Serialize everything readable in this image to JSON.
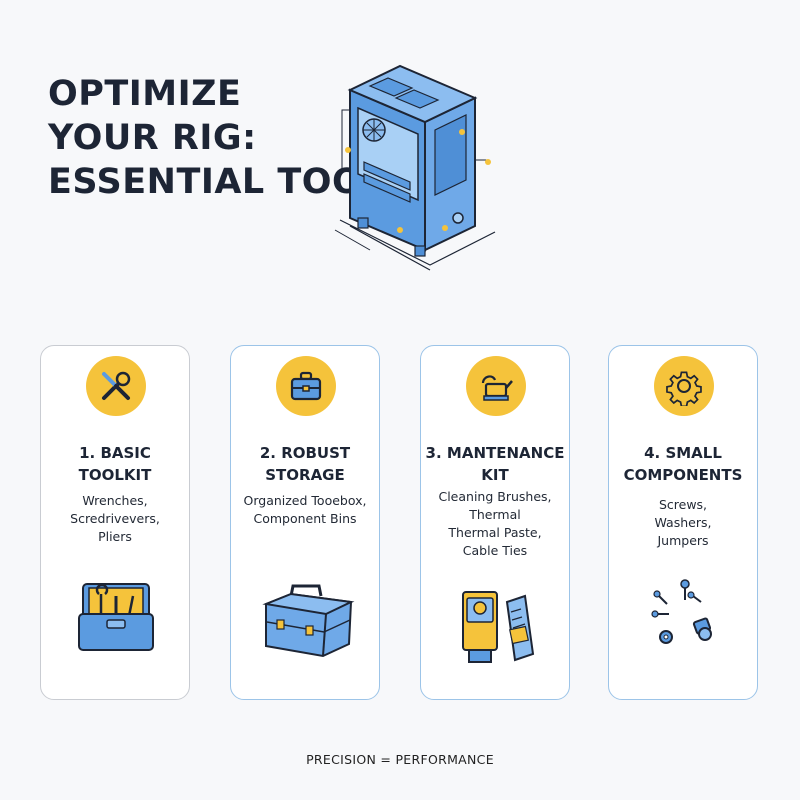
{
  "header": {
    "title_lines": [
      "OPTIMIZE",
      "YOUR RIG:",
      "ESSENTIAL TOOLS"
    ]
  },
  "cards": [
    {
      "title_lines": [
        "1. BASIC",
        "TOOLKIT"
      ],
      "desc_lines": [
        "Wrenches,",
        "Scredrivevers,",
        "Pliers"
      ],
      "badge_icon": "wrench-screwdriver-icon",
      "illustration": "open-toolbox-icon"
    },
    {
      "title_lines": [
        "2. ROBUST",
        "STORAGE"
      ],
      "desc_lines": [
        "Organized Tooebox,",
        "Component Bins"
      ],
      "badge_icon": "toolbox-icon",
      "illustration": "closed-toolbox-icon"
    },
    {
      "title_lines": [
        "3. MANTENANCE",
        "KIT"
      ],
      "desc_lines": [
        "Cleaning Brushes,",
        "Thermal",
        "Thermal Paste,",
        "Cable Ties"
      ],
      "badge_icon": "oil-can-icon",
      "illustration": "thermal-paste-tube-icon"
    },
    {
      "title_lines": [
        "4. SMALL",
        "COMPONENTS"
      ],
      "desc_lines": [
        "Screws,",
        "Washers,",
        "Jumpers"
      ],
      "badge_icon": "gear-icon",
      "illustration": "screws-washers-icon"
    }
  ],
  "footer": {
    "text": "PRECISION = PERFORMANCE"
  },
  "colors": {
    "accent_yellow": "#f5c33b",
    "accent_blue": "#5b9be0",
    "outline": "#1d2535",
    "card_border": "#9cc4e8"
  }
}
